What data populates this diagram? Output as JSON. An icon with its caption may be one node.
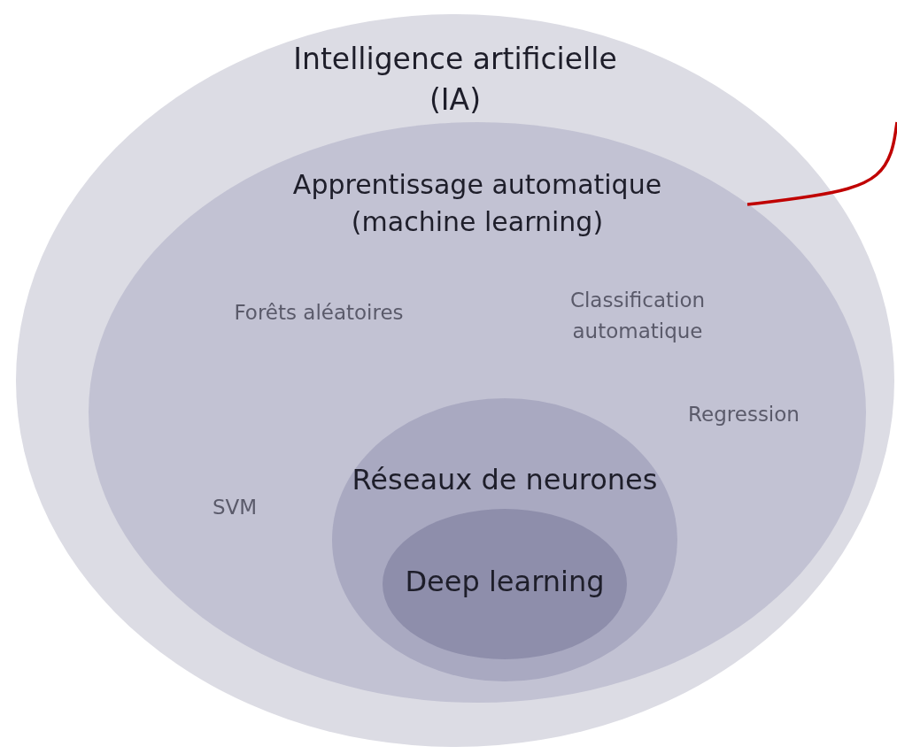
{
  "diagram": {
    "nodes": [
      {
        "text": [
          "Intelligence artificielle (IA)"
        ]
      },
      {
        "text": [
          "Apprentissage automatique (machine learning)"
        ],
        "in": 0
      },
      {
        "text": [
          "Réseaux de neurones"
        ],
        "in": 1
      },
      {
        "text": [
          "Deep learning"
        ],
        "in": 2
      }
    ],
    "edges": [
      {
        "from": null,
        "to": 1,
        "arrow": "none",
        "color": "#c00000"
      }
    ],
    "labels": [
      "Forêts aléatoires",
      "Classification automatique",
      "Regression",
      "SVM"
    ]
  }
}
